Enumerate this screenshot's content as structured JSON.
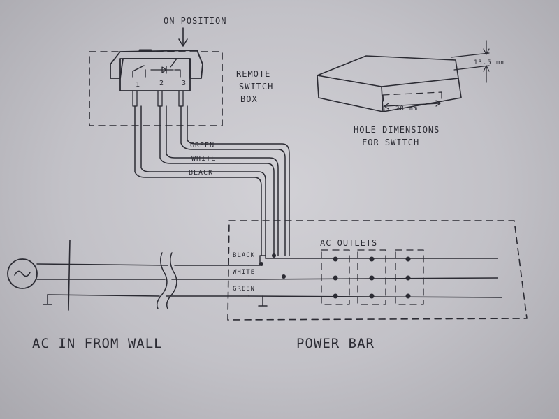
{
  "labels": {
    "on_position": "ON POSITION",
    "remote_switch_box": [
      "REMOTE",
      "SWITCH",
      "BOX"
    ],
    "terminals": [
      "1",
      "2",
      "3"
    ],
    "wire_green": "GREEN",
    "wire_white": "WHITE",
    "wire_black": "BLACK",
    "hole_dimension_height": "13.5 mm",
    "hole_dimension_width": "28 mm",
    "hole_dimensions": [
      "HOLE DIMENSIONS",
      "FOR SWITCH"
    ],
    "ac_outlets": "AC OUTLETS",
    "pb_black": "BLACK",
    "pb_white": "WHITE",
    "pb_green": "GREEN",
    "ac_in_from_wall": "AC IN FROM WALL",
    "power_bar": "POWER BAR"
  },
  "colors": {
    "paper": "#c7c6cc",
    "ink": "#2b2b33"
  }
}
